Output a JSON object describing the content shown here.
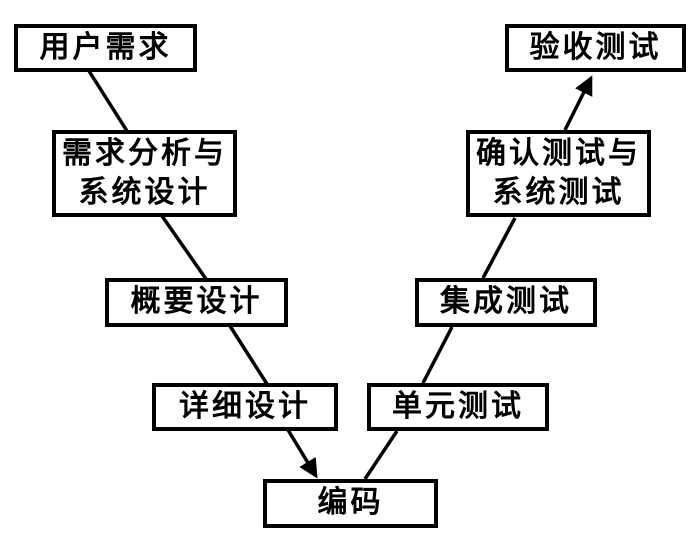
{
  "diagram": {
    "type": "v-model-flowchart",
    "colors": {
      "background": "#ffffff",
      "line": "#000000",
      "box_border": "#000000",
      "text": "#000000"
    },
    "nodes": [
      {
        "id": "user-requirements",
        "lines": [
          "用户需求"
        ]
      },
      {
        "id": "req-analysis-sys-design",
        "lines": [
          "需求分析与",
          "系统设计"
        ]
      },
      {
        "id": "outline-design",
        "lines": [
          "概要设计"
        ]
      },
      {
        "id": "detailed-design",
        "lines": [
          "详细设计"
        ]
      },
      {
        "id": "coding",
        "lines": [
          "编码"
        ]
      },
      {
        "id": "unit-test",
        "lines": [
          "单元测试"
        ]
      },
      {
        "id": "integration-test",
        "lines": [
          "集成测试"
        ]
      },
      {
        "id": "confirm-sys-test",
        "lines": [
          "确认测试与",
          "系统测试"
        ]
      },
      {
        "id": "acceptance-test",
        "lines": [
          "验收测试"
        ]
      }
    ],
    "edges": [
      {
        "from": "user-requirements",
        "to": "req-analysis-sys-design",
        "arrow": false
      },
      {
        "from": "req-analysis-sys-design",
        "to": "outline-design",
        "arrow": false
      },
      {
        "from": "outline-design",
        "to": "detailed-design",
        "arrow": false
      },
      {
        "from": "detailed-design",
        "to": "coding",
        "arrow": true
      },
      {
        "from": "coding",
        "to": "unit-test",
        "arrow": false
      },
      {
        "from": "unit-test",
        "to": "integration-test",
        "arrow": false
      },
      {
        "from": "integration-test",
        "to": "confirm-sys-test",
        "arrow": false
      },
      {
        "from": "confirm-sys-test",
        "to": "acceptance-test",
        "arrow": true
      }
    ]
  }
}
